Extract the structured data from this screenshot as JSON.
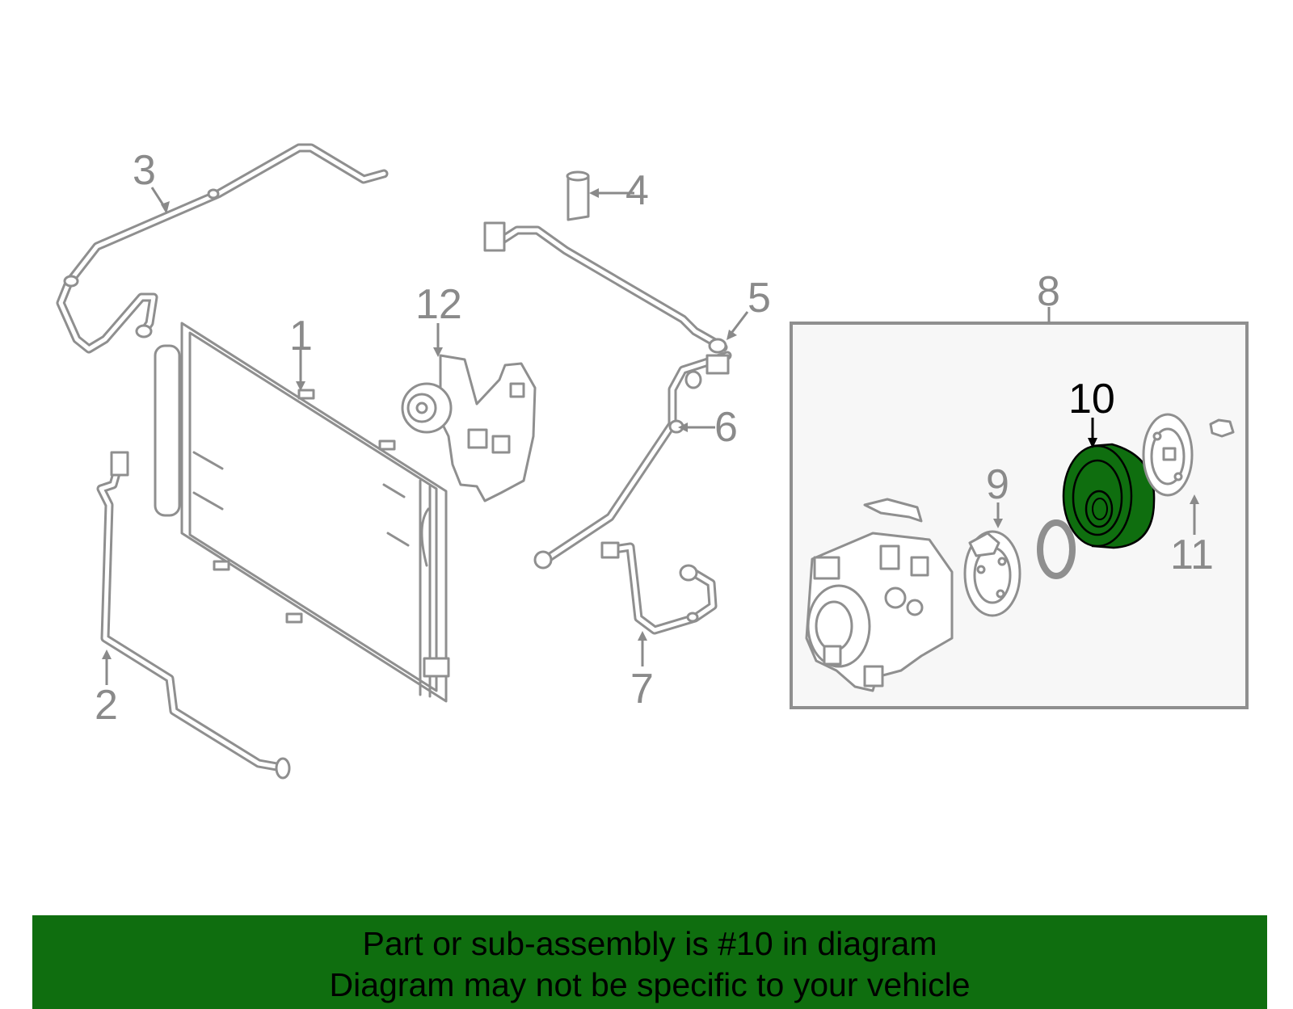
{
  "callouts": [
    {
      "id": "1",
      "text": "1"
    },
    {
      "id": "2",
      "text": "2"
    },
    {
      "id": "3",
      "text": "3"
    },
    {
      "id": "4",
      "text": "4"
    },
    {
      "id": "5",
      "text": "5"
    },
    {
      "id": "6",
      "text": "6"
    },
    {
      "id": "7",
      "text": "7"
    },
    {
      "id": "8",
      "text": "8"
    },
    {
      "id": "9",
      "text": "9"
    },
    {
      "id": "10",
      "text": "10"
    },
    {
      "id": "11",
      "text": "11"
    },
    {
      "id": "12",
      "text": "12"
    }
  ],
  "highlight": {
    "part_number": "10",
    "fill_color": "#0f6e0f"
  },
  "colors": {
    "line_art": "#8f8f8f",
    "banner": "#0f6e0f",
    "highlight_label": "#000000"
  },
  "banner": {
    "line1": "Part or sub-assembly is #10 in diagram",
    "line2": "Diagram may not be specific to your vehicle"
  }
}
